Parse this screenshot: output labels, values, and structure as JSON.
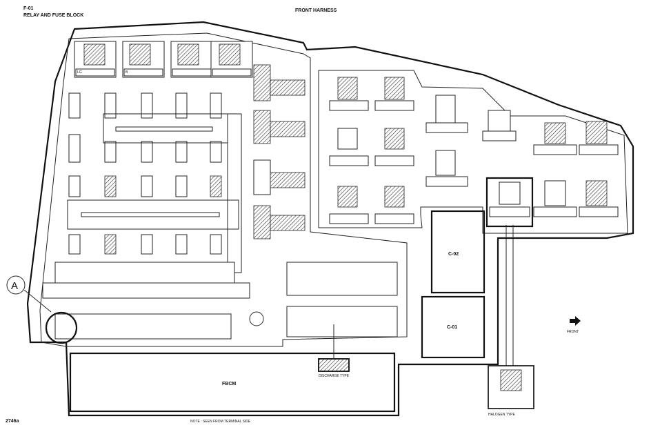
{
  "header": {
    "code": "F-01",
    "title": "RELAY AND FUSE BLOCK",
    "harness": "FRONT HARNESS"
  },
  "callout": {
    "letter": "A"
  },
  "blocks": {
    "fbcm": "FBCM",
    "c02": "C-02",
    "c01": "C-01"
  },
  "notes": {
    "discharge": "DISCHARGE TYPE",
    "halogen": "HALOGEN TYPE",
    "seen_from": "NOTE : SEEN FROM TERMINAL SIDE",
    "front": "FRONT"
  },
  "figure_id": "2746a",
  "icons": [
    "front-arrow-icon"
  ]
}
